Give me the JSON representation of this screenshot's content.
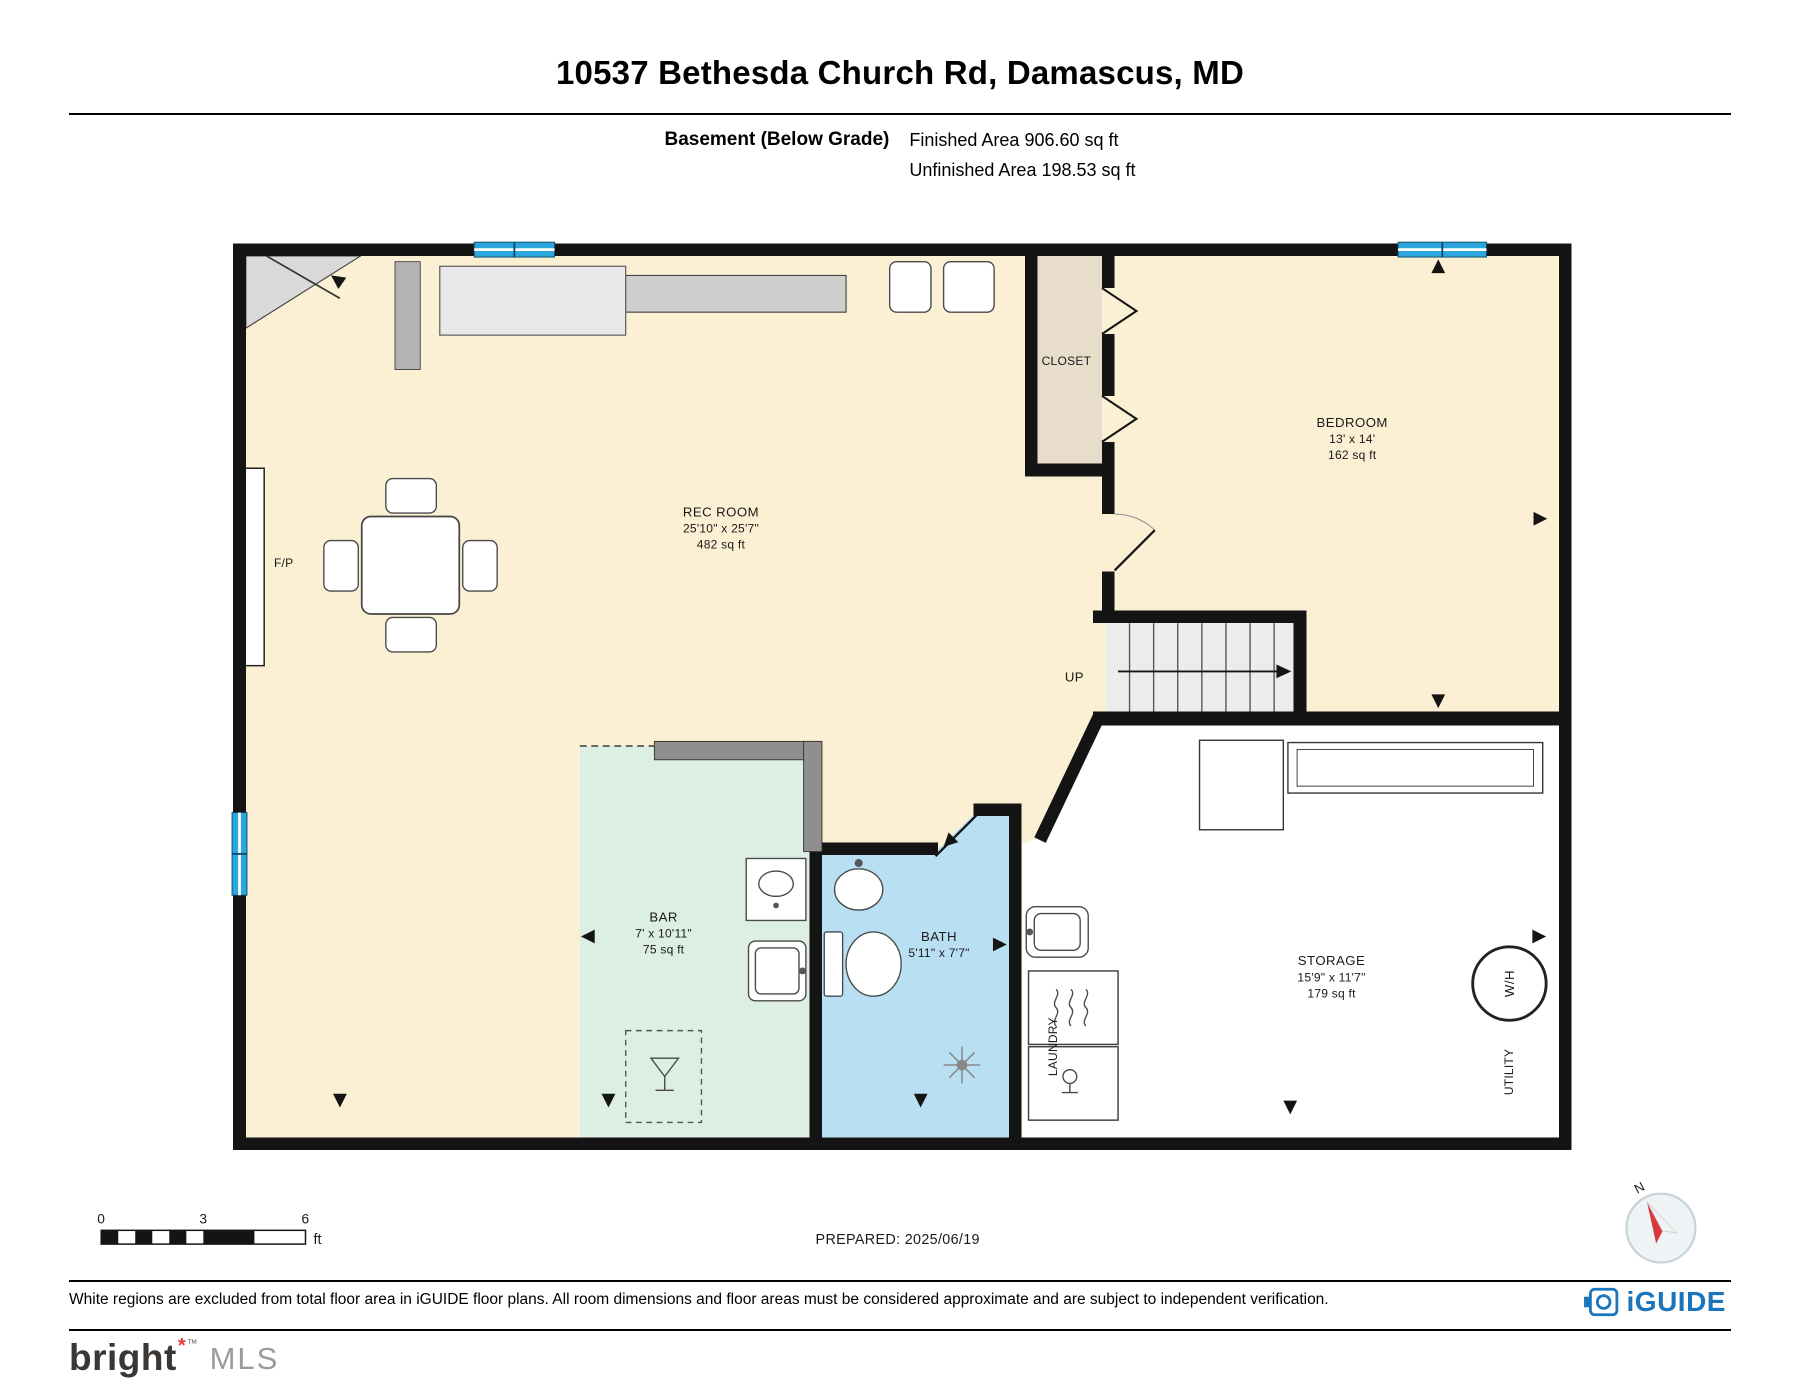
{
  "header": {
    "title": "10537 Bethesda Church Rd, Damascus, MD",
    "floor_label": "Basement (Below Grade)",
    "finished_area": "Finished Area 906.60 sq ft",
    "unfinished_area": "Unfinished Area 198.53 sq ft"
  },
  "rooms": {
    "rec_room": {
      "name": "REC ROOM",
      "dims": "25'10\" x 25'7\"",
      "area": "482 sq ft"
    },
    "bedroom": {
      "name": "BEDROOM",
      "dims": "13' x 14'",
      "area": "162 sq ft"
    },
    "closet": {
      "name": "CLOSET"
    },
    "bar": {
      "name": "BAR",
      "dims": "7' x 10'11\"",
      "area": "75 sq ft"
    },
    "bath": {
      "name": "BATH",
      "dims": "5'11\" x 7'7\""
    },
    "storage": {
      "name": "STORAGE",
      "dims": "15'9\" x 11'7\"",
      "area": "179 sq ft"
    },
    "laundry": "LAUNDRY",
    "utility": "UTILITY",
    "stairs": "UP",
    "fireplace": "F/P",
    "water_heater": "W/H"
  },
  "scale_bar": {
    "t0": "0",
    "t3": "3",
    "t6": "6",
    "unit": "ft"
  },
  "compass": {
    "north": "N"
  },
  "footer": {
    "prepared": "PREPARED: 2025/06/19",
    "disclaimer": "White regions are excluded from total floor area in iGUIDE floor plans. All room dimensions and floor areas must be considered approximate and are subject to independent verification.",
    "iguide": "iGUIDE",
    "brand": "bright",
    "brand_spark": "*",
    "brand_tm": "™",
    "brand_suffix": "MLS"
  },
  "colors": {
    "wall": "#141414",
    "room": "#fbf0d4",
    "closet": "#e8dccb",
    "bar": "#ddeee3",
    "bath": "#b9e0f2",
    "stairs": "#ececec",
    "white": "#ffffff",
    "window": "#2ba7de",
    "iguide": "#1b75bc",
    "north": "#d8383c"
  }
}
